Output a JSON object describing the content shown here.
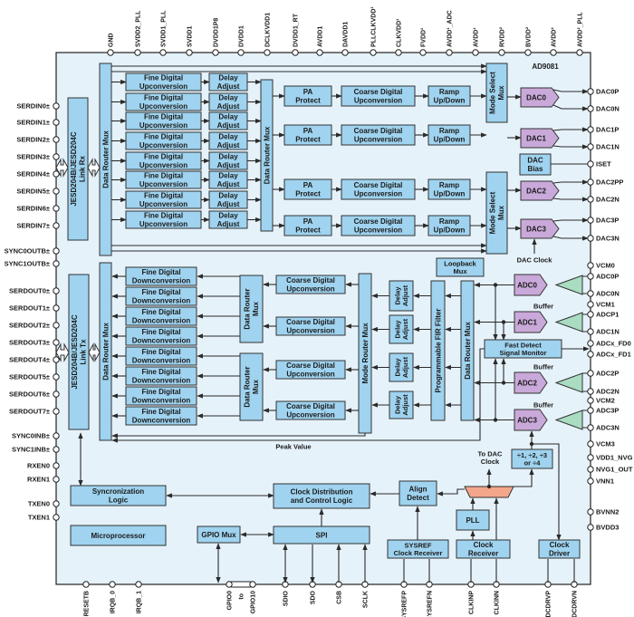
{
  "part_number": "AD9081",
  "colors": {
    "background": "#e6f2fa",
    "block": "#9fd3ef",
    "converter": "#c9a9d9",
    "buffer": "#a9dcc1",
    "clock_mux": "#f4a68a",
    "line": "#2a2a2a"
  },
  "top_pins": [
    "GND",
    "SVDD2_PLL",
    "SVDD1_PLL",
    "SVDD1",
    "DVDD1P8",
    "DVDD1",
    "DCLKVDD1",
    "DVDD1_RT",
    "AVDD1",
    "DAVDD1",
    "PLLCLKVDD¹",
    "CLKVDD¹",
    "FVDD¹",
    "AVDD¹_ADC",
    "AVDD¹",
    "RVDD²",
    "BVDD²",
    "AVDD²",
    "AVDD²_PLL"
  ],
  "left_pins": [
    "SERDIN0±",
    "SERDIN1±",
    "SERDIN2±",
    "SERDIN3±",
    "SERDIN4±",
    "SERDIN5±",
    "SERDIN6±",
    "SERDIN7±",
    "SYNC0OUTB±",
    "SYNC1OUTB±",
    "SERDOUT0±",
    "SERDOUT1±",
    "SERDOUT2±",
    "SERDOUT3±",
    "SERDOUT4±",
    "SERDOUT5±",
    "SERDOUT6±",
    "SERDOUT7±",
    "SYNC0INB±",
    "SYNC1INB±",
    "RXEN0",
    "RXEN1",
    "TXEN0",
    "TXEN1"
  ],
  "right_pins": [
    "DAC0P",
    "DAC0N",
    "DAC1P",
    "DAC1N",
    "ISET",
    "DAC2PP",
    "DAC2N",
    "DAC3P",
    "DAC3N",
    "VCM0",
    "ADC0P",
    "ADC0N",
    "VCM1",
    "ADCP1",
    "ADC1N",
    "ADCx_FD0",
    "ADCx_FD1",
    "ADC2P",
    "ADC2N",
    "VCM2",
    "ADC3P",
    "ADC3N",
    "VCM3",
    "VDD1_NVG",
    "NVG1_OUT",
    "VNN1",
    "BVNN2",
    "BVDD3"
  ],
  "bottom_pins": [
    "RESETB",
    "IRQB_0",
    "IRQB_1",
    "GPIO0",
    "to",
    "GPIO10",
    "SDIO",
    "SDO",
    "CSB",
    "SCLK",
    "SYSREFP",
    "SYSREFN",
    "CLKINP",
    "CLKINN",
    "ADCDRVP",
    "ADCDRVN"
  ],
  "tx": {
    "link_rx": [
      "JESD204B/JESD204C",
      "Link Rx"
    ],
    "data_router_mux": "Data Router Mux",
    "fine_duc": [
      "Fine Digital",
      "Upconversion"
    ],
    "delay_adjust": [
      "Delay",
      "Adjust"
    ],
    "data_router_mux_2": "Data Router Mux",
    "pa_protect": [
      "PA",
      "Protect"
    ],
    "coarse_duc": [
      "Coarse Digital",
      "Upconversion"
    ],
    "ramp": [
      "Ramp",
      "Up/Down"
    ],
    "mode_select_mux": [
      "Mode Select",
      "Mux"
    ],
    "dacs": [
      "DAC0",
      "DAC1",
      "DAC2",
      "DAC3"
    ],
    "dac_bias": [
      "DAC",
      "Bias"
    ],
    "dac_clock": "DAC Clock"
  },
  "rx": {
    "link_tx": [
      "JESD204B/JESD204C",
      "Link Tx"
    ],
    "data_router_mux": "Data Router Mux",
    "fine_ddc": [
      "Fine Digital",
      "Downconversion"
    ],
    "mid_mux": [
      "Data Router",
      "Mux"
    ],
    "coarse": [
      "Coarse Digital",
      "Upconversion"
    ],
    "mode_router_mux": "Mode Router Mux",
    "delay_adjust": [
      "Delay",
      "Adjust"
    ],
    "fir": "Programmable FIR Filter",
    "data_router_mux_right": "Data Router Mux",
    "loopback_mux": [
      "Loopback",
      "Mux"
    ],
    "fast_detect": [
      "Fast Detect",
      "Signal Monitor"
    ],
    "adcs": [
      "ADC0",
      "ADC1",
      "ADC2",
      "ADC3"
    ],
    "buffer_label": "Buffer",
    "peak_value": "Peak Value"
  },
  "control": {
    "sync_logic": [
      "Syncronization",
      "Logic"
    ],
    "microprocessor": "Microprocessor",
    "clock_dist": [
      "Clock Distribution",
      "and Control Logic"
    ],
    "align_detect": [
      "Align",
      "Detect"
    ],
    "gpio_mux": "GPIO Mux",
    "spi": "SPI",
    "sysref_receiver": [
      "SYSREF",
      "Clock Receiver"
    ],
    "pll": "PLL",
    "clock_receiver": [
      "Clock",
      "Receiver"
    ],
    "clock_driver": [
      "Clock",
      "Driver"
    ],
    "divider": [
      "÷1, ÷2, ÷3",
      "or ÷4"
    ],
    "to_dac_clock": [
      "To DAC",
      "Clock"
    ]
  }
}
